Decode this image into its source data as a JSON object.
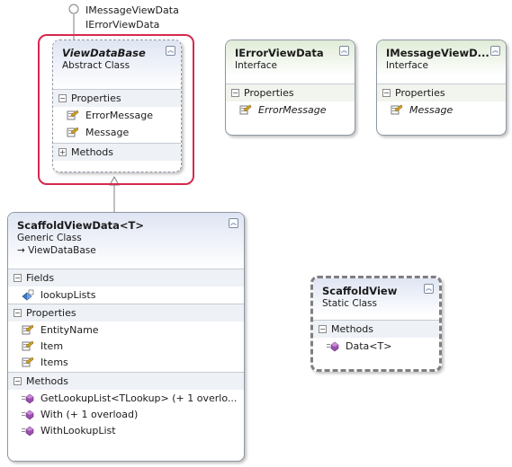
{
  "interface_labels": [
    "IMessageViewData",
    "IErrorViewData"
  ],
  "classes": {
    "viewdatabase": {
      "name": "ViewDataBase",
      "kind": "Abstract Class",
      "sections": {
        "properties": {
          "label": "Properties",
          "items": [
            "ErrorMessage",
            "Message"
          ]
        },
        "methods": {
          "label": "Methods"
        }
      }
    },
    "ierrorviewdata": {
      "name": "IErrorViewData",
      "kind": "Interface",
      "sections": {
        "properties": {
          "label": "Properties",
          "items": [
            "ErrorMessage"
          ]
        }
      }
    },
    "imessageviewdata": {
      "name": "IMessageViewD...",
      "kind": "Interface",
      "sections": {
        "properties": {
          "label": "Properties",
          "items": [
            "Message"
          ]
        }
      }
    },
    "scaffoldviewdata": {
      "name": "ScaffoldViewData<T>",
      "kind": "Generic Class",
      "base": "→ ViewDataBase",
      "sections": {
        "fields": {
          "label": "Fields",
          "items": [
            "lookupLists"
          ]
        },
        "properties": {
          "label": "Properties",
          "items": [
            "EntityName",
            "Item",
            "Items"
          ]
        },
        "methods": {
          "label": "Methods",
          "items": [
            "GetLookupList<TLookup> (+ 1 overlo...",
            "With (+ 1 overload)",
            "WithLookupList"
          ]
        }
      }
    },
    "scaffoldview": {
      "name": "ScaffoldView",
      "kind": "Static Class",
      "sections": {
        "methods": {
          "label": "Methods",
          "items": [
            "Data<T>"
          ]
        }
      }
    }
  },
  "colors": {
    "selection_border": "#d6284e",
    "class_header": "#dfe5f3",
    "interface_header": "#e1ecd7",
    "property_icon": "#d9a421",
    "method_icon": "#9b4fb0",
    "field_icon": "#3a78c8"
  },
  "icons": {
    "collapse": "double-chevron-up-icon",
    "section_expanded": "minus-box-icon",
    "section_collapsed": "plus-box-icon",
    "property": "property-icon",
    "method": "method-icon",
    "field": "field-icon",
    "lollipop": "interface-lollipop-icon",
    "inheritance": "inheritance-arrow-icon"
  }
}
